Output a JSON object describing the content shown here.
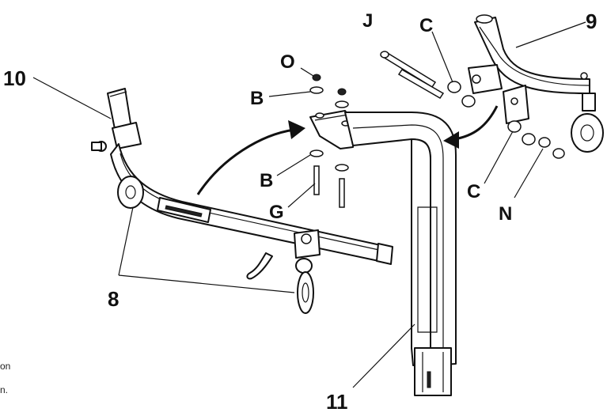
{
  "callouts": {
    "part_10": "10",
    "part_9": "9",
    "part_8": "8",
    "part_11": "11",
    "hw_O": "O",
    "hw_B_top": "B",
    "hw_B_bottom": "B",
    "hw_G": "G",
    "hw_J": "J",
    "hw_C_top": "C",
    "hw_C_bottom": "C",
    "hw_N": "N"
  },
  "margin_text": {
    "line_1": "on",
    "line_2": "n."
  }
}
